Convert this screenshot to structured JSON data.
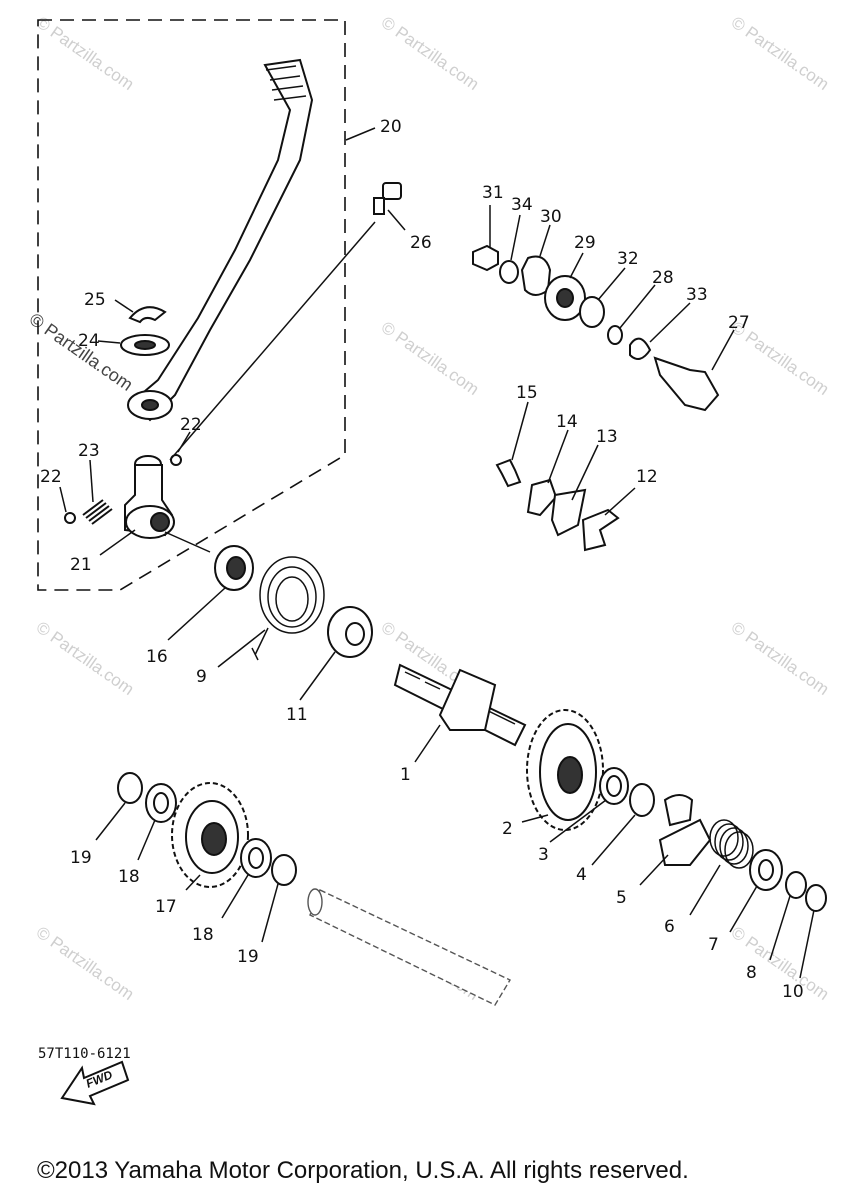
{
  "diagram": {
    "callouts": {
      "c1": "1",
      "c2": "2",
      "c3": "3",
      "c4": "4",
      "c5": "5",
      "c6": "6",
      "c7": "7",
      "c8": "8",
      "c9": "9",
      "c10": "10",
      "c11": "11",
      "c12": "12",
      "c13": "13",
      "c14": "14",
      "c15": "15",
      "c16": "16",
      "c17": "17",
      "c18a": "18",
      "c18b": "18",
      "c19a": "19",
      "c19b": "19",
      "c20": "20",
      "c21": "21",
      "c22a": "22",
      "c22b": "22",
      "c23": "23",
      "c24": "24",
      "c25": "25",
      "c26": "26",
      "c27": "27",
      "c28": "28",
      "c29": "29",
      "c30": "30",
      "c31": "31",
      "c32": "32",
      "c33": "33",
      "c34": "34"
    },
    "fwd_label": "FWD",
    "watermark": "© Partzilla.com",
    "catalog_code": "57T110-6121"
  },
  "footer": {
    "copyright": "©2013 Yamaha Motor Corporation, U.S.A. All rights reserved."
  }
}
